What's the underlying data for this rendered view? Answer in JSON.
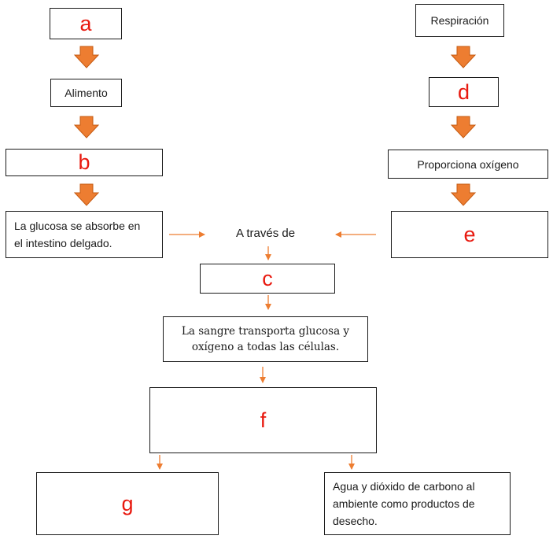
{
  "diagram": {
    "boxes": {
      "a": "a",
      "respiracion": "Respiración",
      "alimento": "Alimento",
      "d": "d",
      "b": "b",
      "proporciona": "Proporciona oxígeno",
      "glucosa_line1": "La glucosa se absorbe en",
      "glucosa_line2": "el  intestino delgado.",
      "e": "e",
      "c": "c",
      "sangre_line1": "La sangre transporta glucosa y",
      "sangre_line2": "oxígeno a todas las células.",
      "f": "f",
      "g": "g",
      "agua_line1": "Agua y dióxido de carbono al",
      "agua_line2": "ambiente como productos de",
      "agua_line3": "desecho."
    },
    "connector_label": "A través de",
    "colors": {
      "arrow_fill": "#ed7d31",
      "arrow_stroke": "#c55a11",
      "letter": "#e8190f",
      "border": "#1a1a1a"
    }
  }
}
